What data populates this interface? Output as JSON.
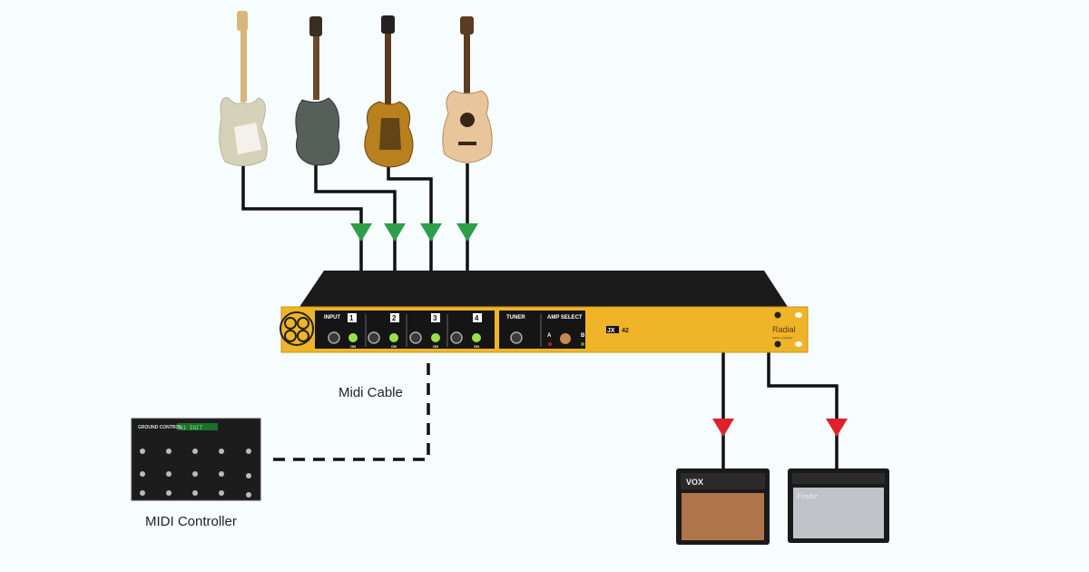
{
  "labels": {
    "midi_cable": "Midi Cable",
    "midi_controller": "MIDI Controller"
  },
  "rack": {
    "input": "INPUT",
    "channels": [
      "1",
      "2",
      "3",
      "4"
    ],
    "on": "ON",
    "tuner": "TUNER",
    "amp_select": "AMP SELECT",
    "a": "A",
    "b": "B",
    "model_badge": "JX",
    "model_num": "42",
    "brand": "Radial",
    "made_in": "Made in Canada"
  },
  "controller": {
    "brand": "GROUND CONTROL",
    "display": "01 INIT"
  },
  "amps": [
    {
      "brand": "VOX"
    },
    {
      "brand": "Fender"
    }
  ],
  "colors": {
    "input_arrow": "#2e9e4a",
    "output_arrow": "#e0202c",
    "rack_panel": "#f0b429",
    "cable": "#111111",
    "background": "#f7fcfe"
  },
  "icons": [
    "electric-guitar-icon",
    "guitar-amp-icon",
    "midi-controller-icon",
    "rack-unit-icon"
  ]
}
